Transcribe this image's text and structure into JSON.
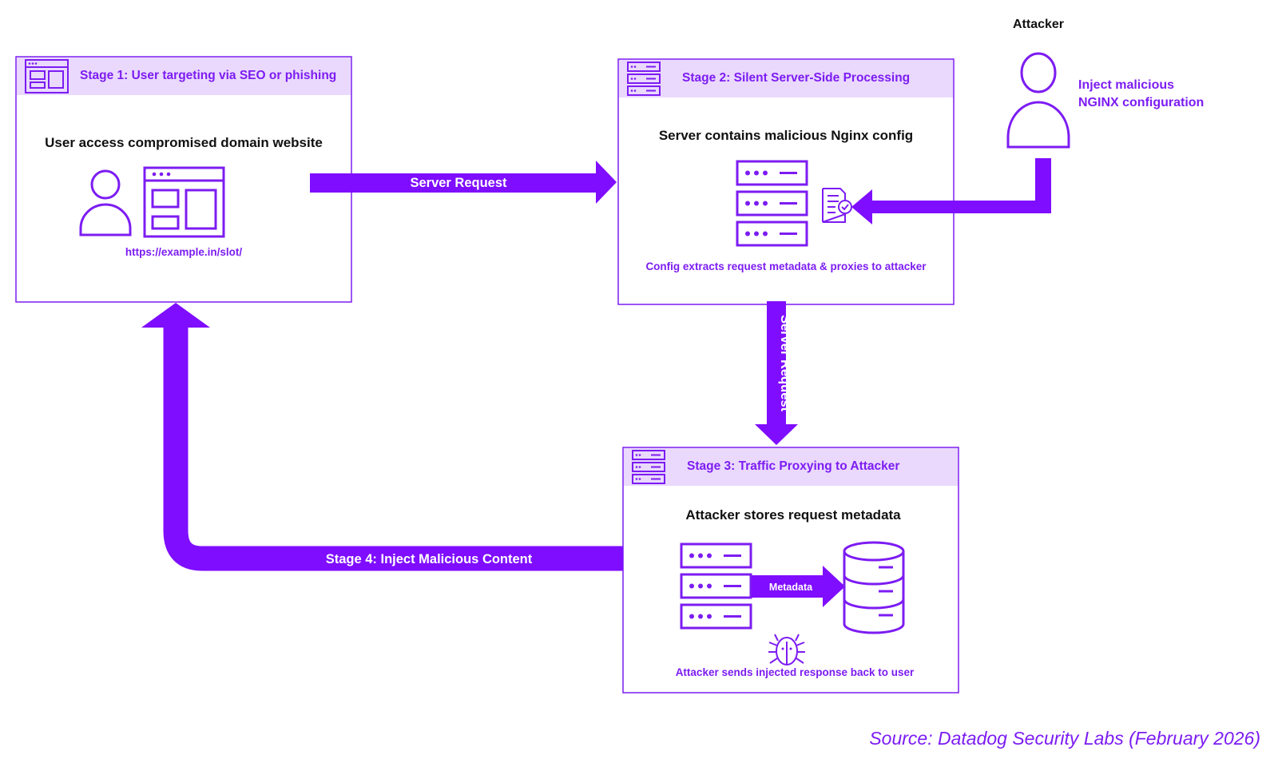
{
  "stage1": {
    "title": "Stage 1: User targeting via SEO or phishing",
    "heading": "User access compromised domain website",
    "url": "https://example.in/slot/"
  },
  "stage2": {
    "title": "Stage 2: Silent Server-Side Processing",
    "heading": "Server contains malicious Nginx config",
    "note": "Config extracts request metadata & proxies to attacker"
  },
  "stage3": {
    "title": "Stage 3: Traffic Proxying to Attacker",
    "heading": "Attacker stores request metadata",
    "metadata_label": "Metadata",
    "note": "Attacker sends injected response back to user"
  },
  "attacker": {
    "label": "Attacker",
    "note_line1": "Inject malicious",
    "note_line2": "NGINX configuration"
  },
  "arrows": {
    "server_request_h": "Server Request",
    "server_request_v": "Server Request",
    "stage4": "Stage 4: Inject Malicious Content"
  },
  "source": "Source: Datadog Security Labs (February 2026)",
  "colors": {
    "accent": "#7c1cf2",
    "arrow": "#7f0dff",
    "header_bg": "#ead9fd"
  }
}
